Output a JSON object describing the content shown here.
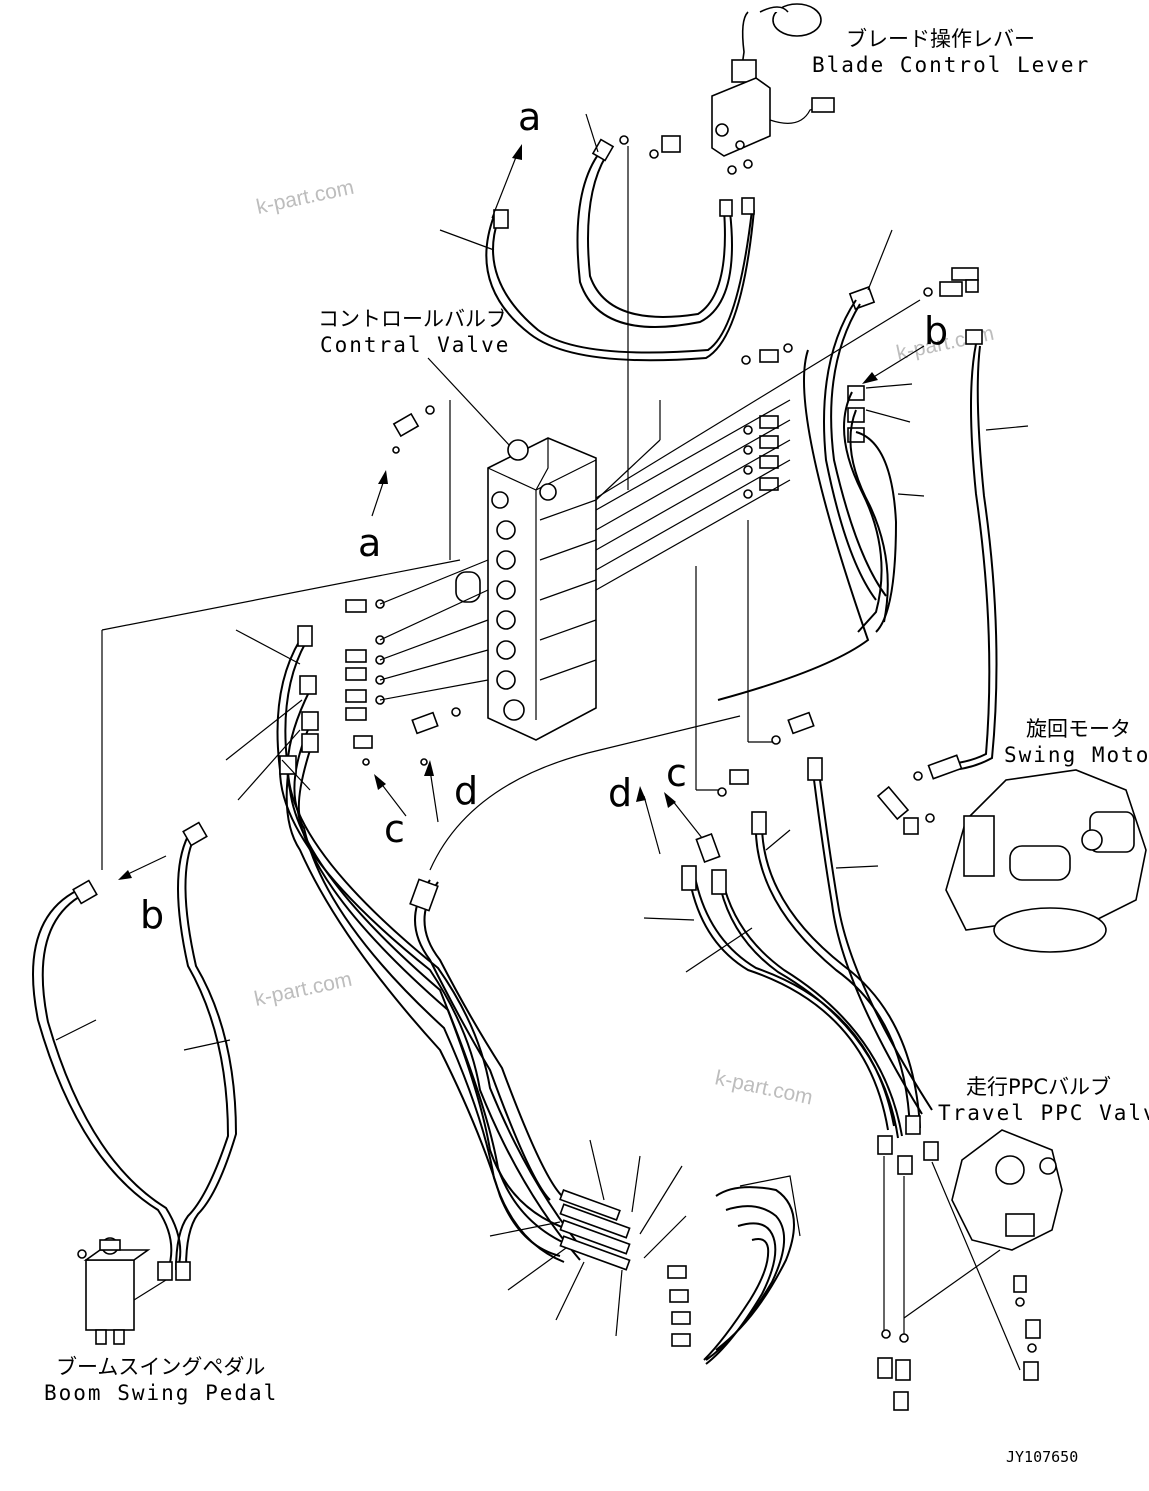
{
  "components": {
    "blade_lever": {
      "jp": "ブレード操作レバー",
      "en": "Blade Control Lever"
    },
    "control_valve": {
      "jp": "コントロールバルブ",
      "en": "Contral Valve"
    },
    "swing_motor": {
      "jp": "旋回モータ",
      "en": "Swing Motor"
    },
    "travel_ppc": {
      "jp": "走行PPCバルブ",
      "en": "Travel PPC Valve"
    },
    "boom_pedal": {
      "jp": "ブームスイングペダル",
      "en": "Boom Swing Pedal"
    }
  },
  "callouts": {
    "a_top": "a",
    "a_valve": "a",
    "b_right": "b",
    "b_left": "b",
    "c_left": "c",
    "d_left": "d",
    "d_right": "d",
    "c_right": "c"
  },
  "watermark": "k-part.com",
  "drawing_code": "JY107650"
}
